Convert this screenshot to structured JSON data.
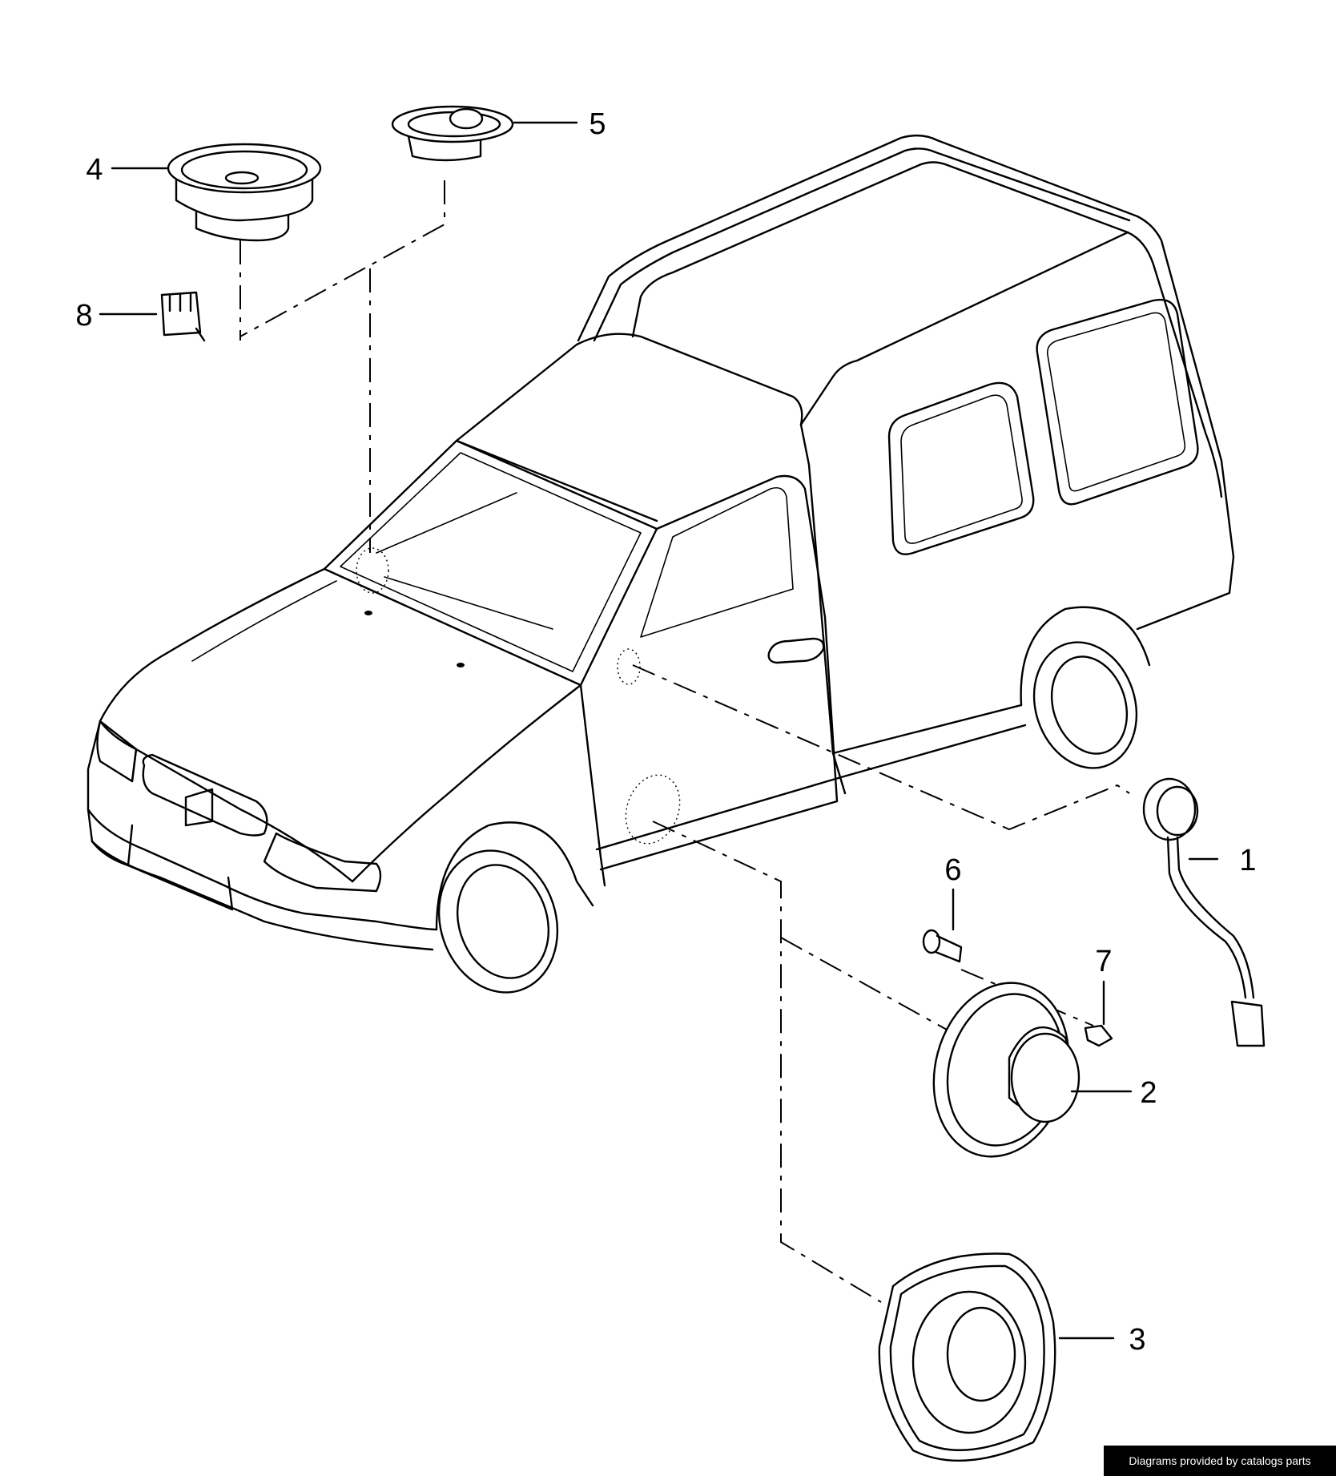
{
  "callouts": [
    {
      "id": "label-1",
      "text": "1"
    },
    {
      "id": "label-2",
      "text": "2"
    },
    {
      "id": "label-3",
      "text": "3"
    },
    {
      "id": "label-4",
      "text": "4"
    },
    {
      "id": "label-5",
      "text": "5"
    },
    {
      "id": "label-6",
      "text": "6"
    },
    {
      "id": "label-7",
      "text": "7"
    },
    {
      "id": "label-8",
      "text": "8"
    }
  ],
  "credit": "Diagrams provided by catalogs parts"
}
